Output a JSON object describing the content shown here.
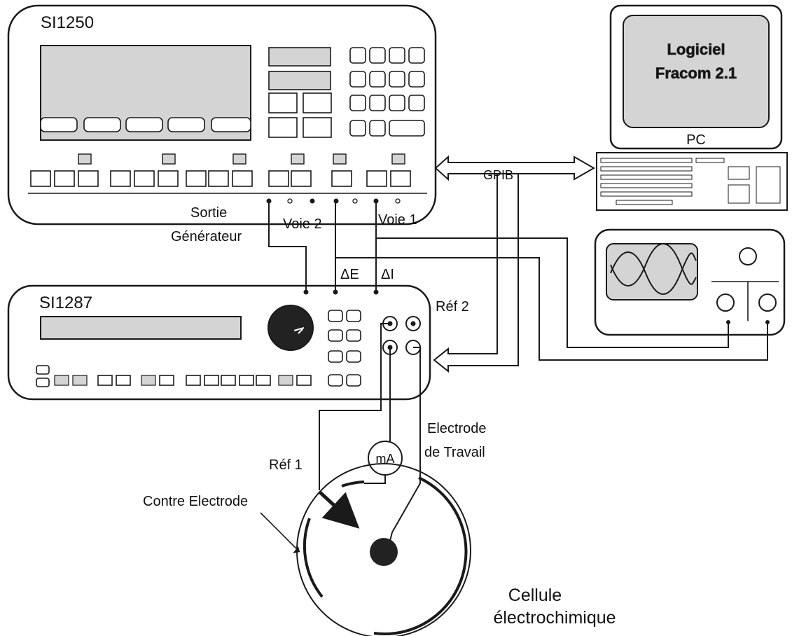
{
  "instruments": {
    "analyzer": {
      "name": "SI1250"
    },
    "potentiostat": {
      "name": "SI1287"
    },
    "computer": {
      "name": "PC",
      "screen_line1": "Logiciel",
      "screen_line2": "Fracom 2.1"
    }
  },
  "labels": {
    "output": "Sortie",
    "generator": "Générateur",
    "channel2": "Voie 2",
    "channel1": "Voie 1",
    "bus": "GPIB",
    "delta_e": "ΔE",
    "delta_i": "ΔI",
    "ref2": "Réf 2",
    "ref1": "Réf 1",
    "ammeter": "mA",
    "working_electrode_1": "Electrode",
    "working_electrode_2": "de Travail",
    "counter_electrode": "Contre Electrode",
    "cell_1": "Cellule",
    "cell_2": "électrochimique"
  },
  "colors": {
    "ink": "#1a1a1a",
    "panel": "#d4d4d4",
    "dark": "#222222"
  }
}
